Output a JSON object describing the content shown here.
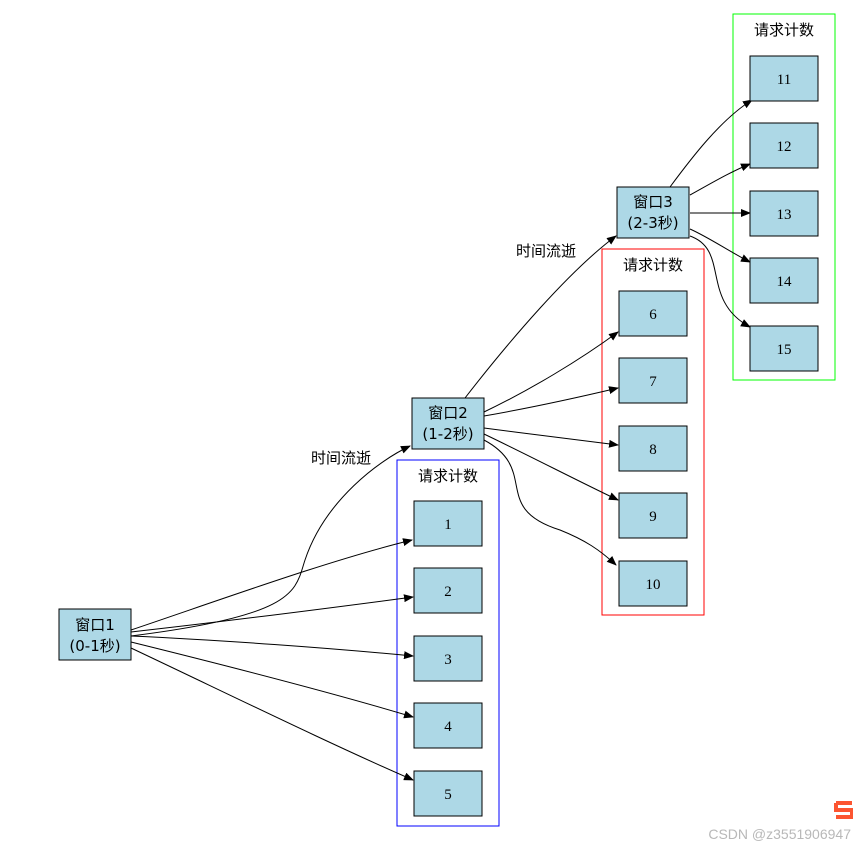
{
  "diagram": {
    "windows": [
      {
        "id": "w1",
        "name": "窗口1",
        "range": "(0-1秒)"
      },
      {
        "id": "w2",
        "name": "窗口2",
        "range": "(1-2秒)"
      },
      {
        "id": "w3",
        "name": "窗口3",
        "range": "(2-3秒)"
      }
    ],
    "clusters": [
      {
        "id": "c1",
        "label": "请求计数",
        "color": "#0000ff",
        "requests": [
          "1",
          "2",
          "3",
          "4",
          "5"
        ]
      },
      {
        "id": "c2",
        "label": "请求计数",
        "color": "#ff0000",
        "requests": [
          "6",
          "7",
          "8",
          "9",
          "10"
        ]
      },
      {
        "id": "c3",
        "label": "请求计数",
        "color": "#00ff00",
        "requests": [
          "11",
          "12",
          "13",
          "14",
          "15"
        ]
      }
    ],
    "transitions": [
      {
        "from": "w1",
        "to": "w2",
        "label": "时间流逝"
      },
      {
        "from": "w2",
        "to": "w3",
        "label": "时间流逝"
      }
    ],
    "node_fill": "#add8e6"
  },
  "watermark": {
    "text": "CSDN @z3551906947",
    "logo_color": "#fc5531"
  }
}
